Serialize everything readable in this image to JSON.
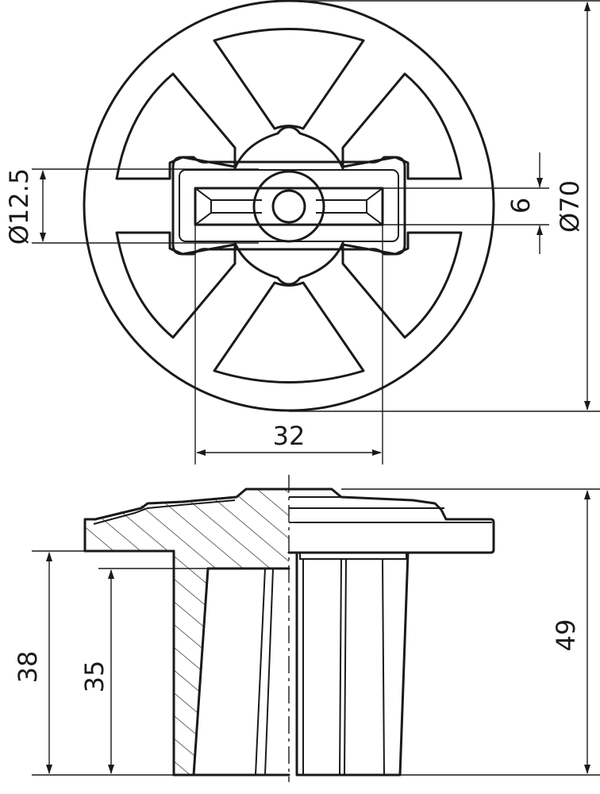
{
  "drawing": {
    "dimensions": {
      "d_12_5": "Ø12.5",
      "d_70": "Ø70",
      "width_6": "6",
      "width_32": "32",
      "height_38": "38",
      "height_35": "35",
      "height_49": "49"
    }
  }
}
